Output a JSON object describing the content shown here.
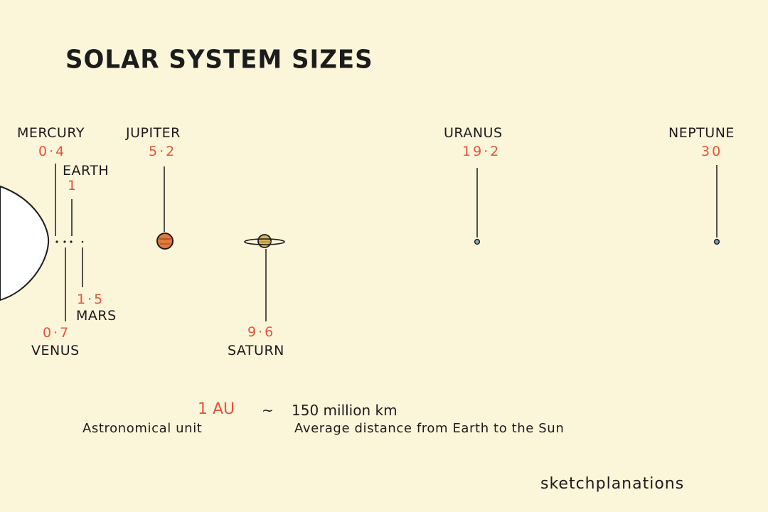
{
  "title": "SOLAR SYSTEM SIZES",
  "planets": [
    {
      "key": "mercury",
      "name": "MERCURY",
      "distance_au": "0·4"
    },
    {
      "key": "venus",
      "name": "VENUS",
      "distance_au": "0·7"
    },
    {
      "key": "earth",
      "name": "EARTH",
      "distance_au": "1"
    },
    {
      "key": "mars",
      "name": "MARS",
      "distance_au": "1·5"
    },
    {
      "key": "jupiter",
      "name": "JUPITER",
      "distance_au": "5·2"
    },
    {
      "key": "saturn",
      "name": "SATURN",
      "distance_au": "9·6"
    },
    {
      "key": "uranus",
      "name": "URANUS",
      "distance_au": "19·2"
    },
    {
      "key": "neptune",
      "name": "NEPTUNE",
      "distance_au": "30"
    }
  ],
  "au_note": {
    "unit": "1 AU",
    "approx": "~",
    "value": "150 million km",
    "unit_name": "Astronomical unit",
    "definition": "Average distance from Earth to the Sun"
  },
  "brand": "sketchplanations",
  "colors": {
    "background": "#fbf5da",
    "accent": "#e6543a",
    "ink": "#1c1c1c",
    "jupiter": "#e07a3c",
    "saturn": "#d9b25a"
  }
}
